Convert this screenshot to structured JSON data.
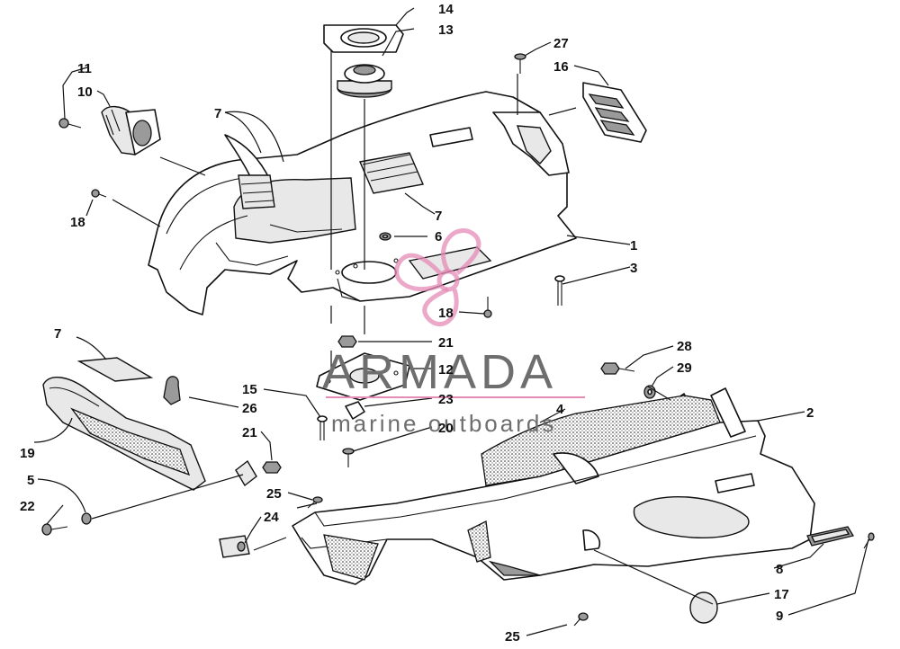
{
  "watermark": {
    "brand": "ARMADA",
    "tagline": "marine outboards",
    "accent_color": "#e58bb6"
  },
  "callouts": [
    {
      "id": "c1",
      "label": "1"
    },
    {
      "id": "c2",
      "label": "2"
    },
    {
      "id": "c3",
      "label": "3"
    },
    {
      "id": "c4",
      "label": "4"
    },
    {
      "id": "c5",
      "label": "5"
    },
    {
      "id": "c6",
      "label": "6"
    },
    {
      "id": "c7a",
      "label": "7"
    },
    {
      "id": "c7b",
      "label": "7"
    },
    {
      "id": "c7c",
      "label": "7"
    },
    {
      "id": "c8",
      "label": "8"
    },
    {
      "id": "c9",
      "label": "9"
    },
    {
      "id": "c10",
      "label": "10"
    },
    {
      "id": "c11",
      "label": "11"
    },
    {
      "id": "c12",
      "label": "12"
    },
    {
      "id": "c13",
      "label": "13"
    },
    {
      "id": "c14",
      "label": "14"
    },
    {
      "id": "c15",
      "label": "15"
    },
    {
      "id": "c16",
      "label": "16"
    },
    {
      "id": "c17",
      "label": "17"
    },
    {
      "id": "c18a",
      "label": "18"
    },
    {
      "id": "c18b",
      "label": "18"
    },
    {
      "id": "c19",
      "label": "19"
    },
    {
      "id": "c20",
      "label": "20"
    },
    {
      "id": "c21a",
      "label": "21"
    },
    {
      "id": "c21b",
      "label": "21"
    },
    {
      "id": "c22",
      "label": "22"
    },
    {
      "id": "c23",
      "label": "23"
    },
    {
      "id": "c24",
      "label": "24"
    },
    {
      "id": "c25a",
      "label": "25"
    },
    {
      "id": "c25b",
      "label": "25"
    },
    {
      "id": "c26",
      "label": "26"
    },
    {
      "id": "c27",
      "label": "27"
    },
    {
      "id": "c28",
      "label": "28"
    },
    {
      "id": "c29",
      "label": "29"
    }
  ]
}
